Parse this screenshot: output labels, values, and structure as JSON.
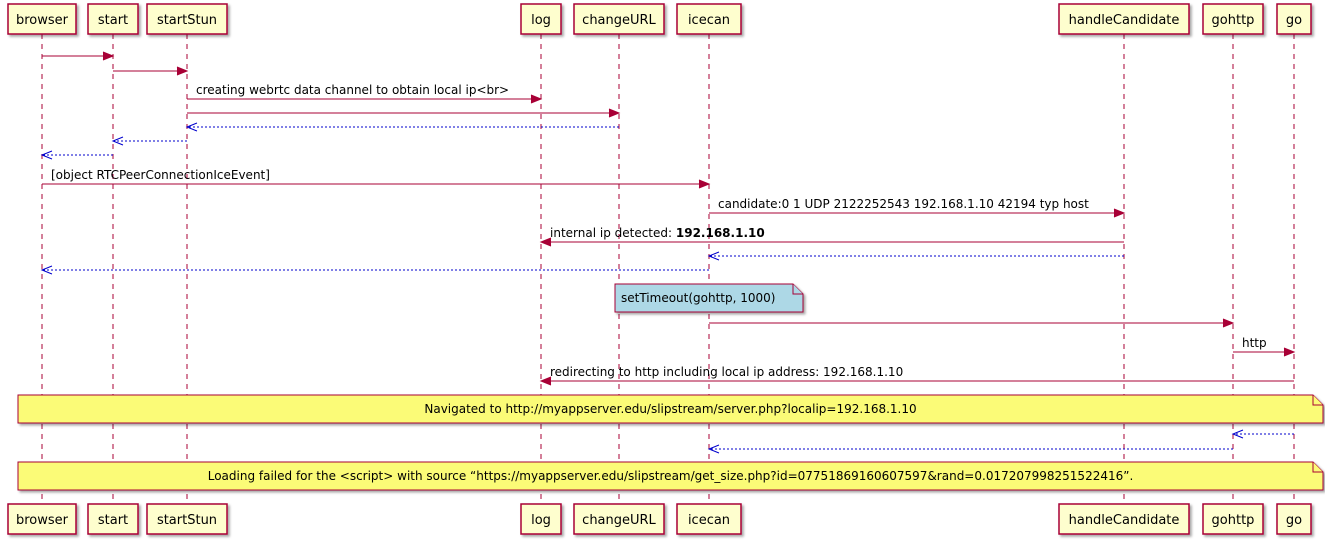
{
  "participants": [
    {
      "id": "browser",
      "label": "browser"
    },
    {
      "id": "start",
      "label": "start"
    },
    {
      "id": "startStun",
      "label": "startStun"
    },
    {
      "id": "log",
      "label": "log"
    },
    {
      "id": "changeURL",
      "label": "changeURL"
    },
    {
      "id": "icecan",
      "label": "icecan"
    },
    {
      "id": "handleCandidate",
      "label": "handleCandidate"
    },
    {
      "id": "gohttp",
      "label": "gohttp"
    },
    {
      "id": "go",
      "label": "go"
    }
  ],
  "messages": [
    {
      "from": "browser",
      "to": "start",
      "label": "",
      "type": "call"
    },
    {
      "from": "start",
      "to": "startStun",
      "label": "",
      "type": "call"
    },
    {
      "from": "startStun",
      "to": "log",
      "label": "creating webrtc data channel to obtain local ip<br>",
      "type": "call"
    },
    {
      "from": "startStun",
      "to": "changeURL",
      "label": "",
      "type": "call"
    },
    {
      "from": "changeURL",
      "to": "startStun",
      "label": "",
      "type": "return"
    },
    {
      "from": "startStun",
      "to": "start",
      "label": "",
      "type": "return"
    },
    {
      "from": "start",
      "to": "browser",
      "label": "",
      "type": "return"
    },
    {
      "from": "browser",
      "to": "icecan",
      "label": "[object RTCPeerConnectionIceEvent]",
      "type": "call"
    },
    {
      "from": "icecan",
      "to": "handleCandidate",
      "label": "candidate:0 1 UDP 2122252543 192.168.1.10 42194 typ host",
      "type": "call"
    },
    {
      "from": "handleCandidate",
      "to": "log",
      "label": "internal ip detected: ",
      "bold": "192.168.1.10",
      "type": "call"
    },
    {
      "from": "handleCandidate",
      "to": "icecan",
      "label": "",
      "type": "return"
    },
    {
      "from": "icecan",
      "to": "browser",
      "label": "",
      "type": "return"
    },
    {
      "from": "icecan",
      "to": "gohttp",
      "label": "",
      "type": "call"
    },
    {
      "from": "gohttp",
      "to": "go",
      "label": "http",
      "type": "call"
    },
    {
      "from": "go",
      "to": "log",
      "label": "redirecting to http including local ip address: 192.168.1.10",
      "type": "call"
    },
    {
      "from": "go",
      "to": "gohttp",
      "label": "",
      "type": "return"
    },
    {
      "from": "gohttp",
      "to": "icecan",
      "label": "",
      "type": "return"
    }
  ],
  "notes": [
    {
      "text": "setTimeout(gohttp, 1000)",
      "color": "#add8e6",
      "kind": "local"
    },
    {
      "text": "Navigated to http://myappserver.edu/slipstream/server.php?localip=192.168.1.10",
      "color": "#fbfb77",
      "kind": "wide"
    },
    {
      "text": "Loading failed for the <script> with source “https://myappserver.edu/slipstream/get_size.php?id=07751869160607597&rand=0.017207998251522416”.",
      "color": "#fbfb77",
      "kind": "wide"
    }
  ],
  "colors": {
    "participant_fill": "#fefece",
    "participant_border": "#a80036",
    "lifeline": "#a80036",
    "call_arrow": "#a80036",
    "return_arrow": "#0000cd"
  }
}
